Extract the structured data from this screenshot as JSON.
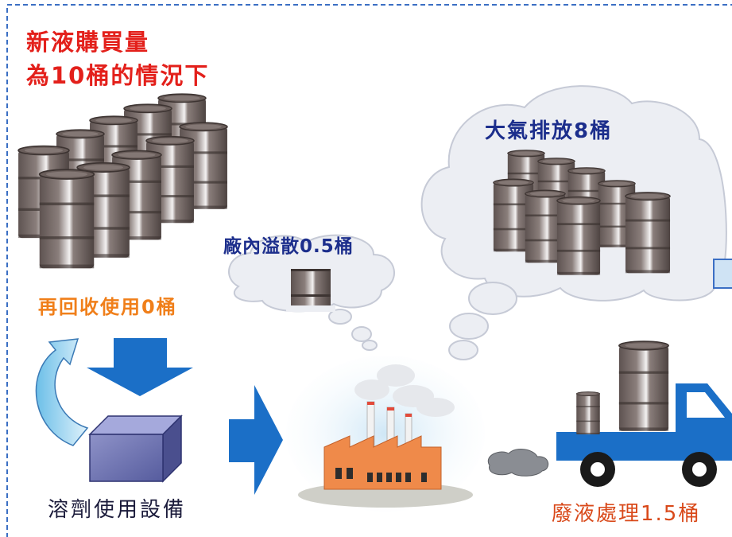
{
  "labels": {
    "purchase_line1": "新液購買量",
    "purchase_line2": "為10桶的情況下",
    "reuse": "再回收使用0桶",
    "equipment": "溶劑使用設備",
    "spill": "廠內溢散0.5桶",
    "air": "大氣排放8桶",
    "waste": "廢液處理1.5桶"
  },
  "colors": {
    "border": "#3b6fc4",
    "barrel": "#7a6d6a",
    "arrow": "#1b6fc7",
    "cloud": "#eceef3"
  },
  "icons": [
    "barrel-icon",
    "factory-icon",
    "truck-icon",
    "equipment-box-icon",
    "recycle-arrow-icon"
  ]
}
